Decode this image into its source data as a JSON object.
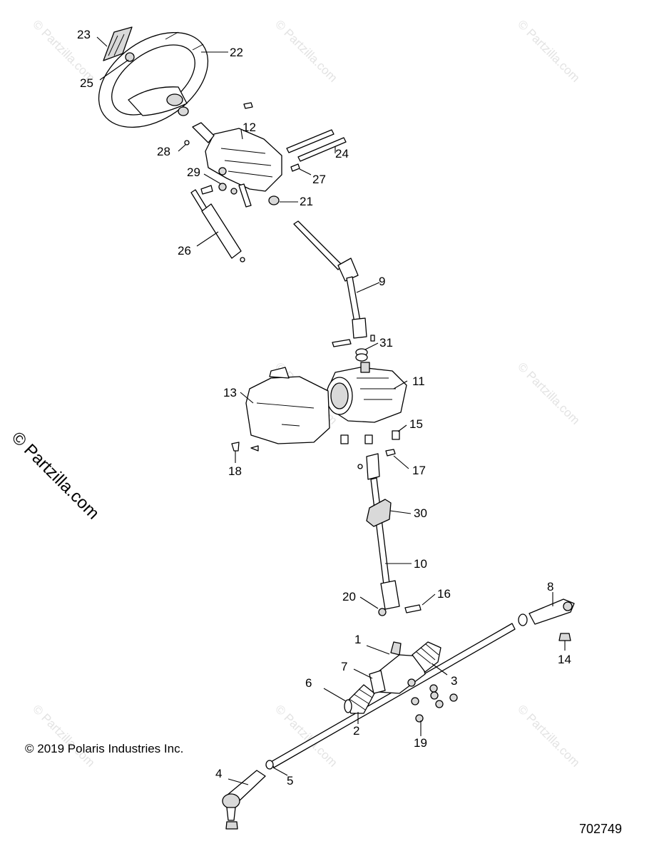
{
  "watermark_text": "© Partzilla.com",
  "side_watermark": "© Partzilla.com",
  "copyright": "© 2019 Polaris Industries Inc.",
  "document_number": "702749",
  "callouts": {
    "c1": "1",
    "c2": "2",
    "c3": "3",
    "c4": "4",
    "c5": "5",
    "c6": "6",
    "c7": "7",
    "c8": "8",
    "c9": "9",
    "c10": "10",
    "c11": "11",
    "c12": "12",
    "c13": "13",
    "c14": "14",
    "c15": "15",
    "c16": "16",
    "c17": "17",
    "c18": "18",
    "c19": "19",
    "c20": "20",
    "c21": "21",
    "c22": "22",
    "c23": "23",
    "c24": "24",
    "c25": "25",
    "c26": "26",
    "c27": "27",
    "c28": "28",
    "c29": "29",
    "c30": "30",
    "c31": "31"
  }
}
